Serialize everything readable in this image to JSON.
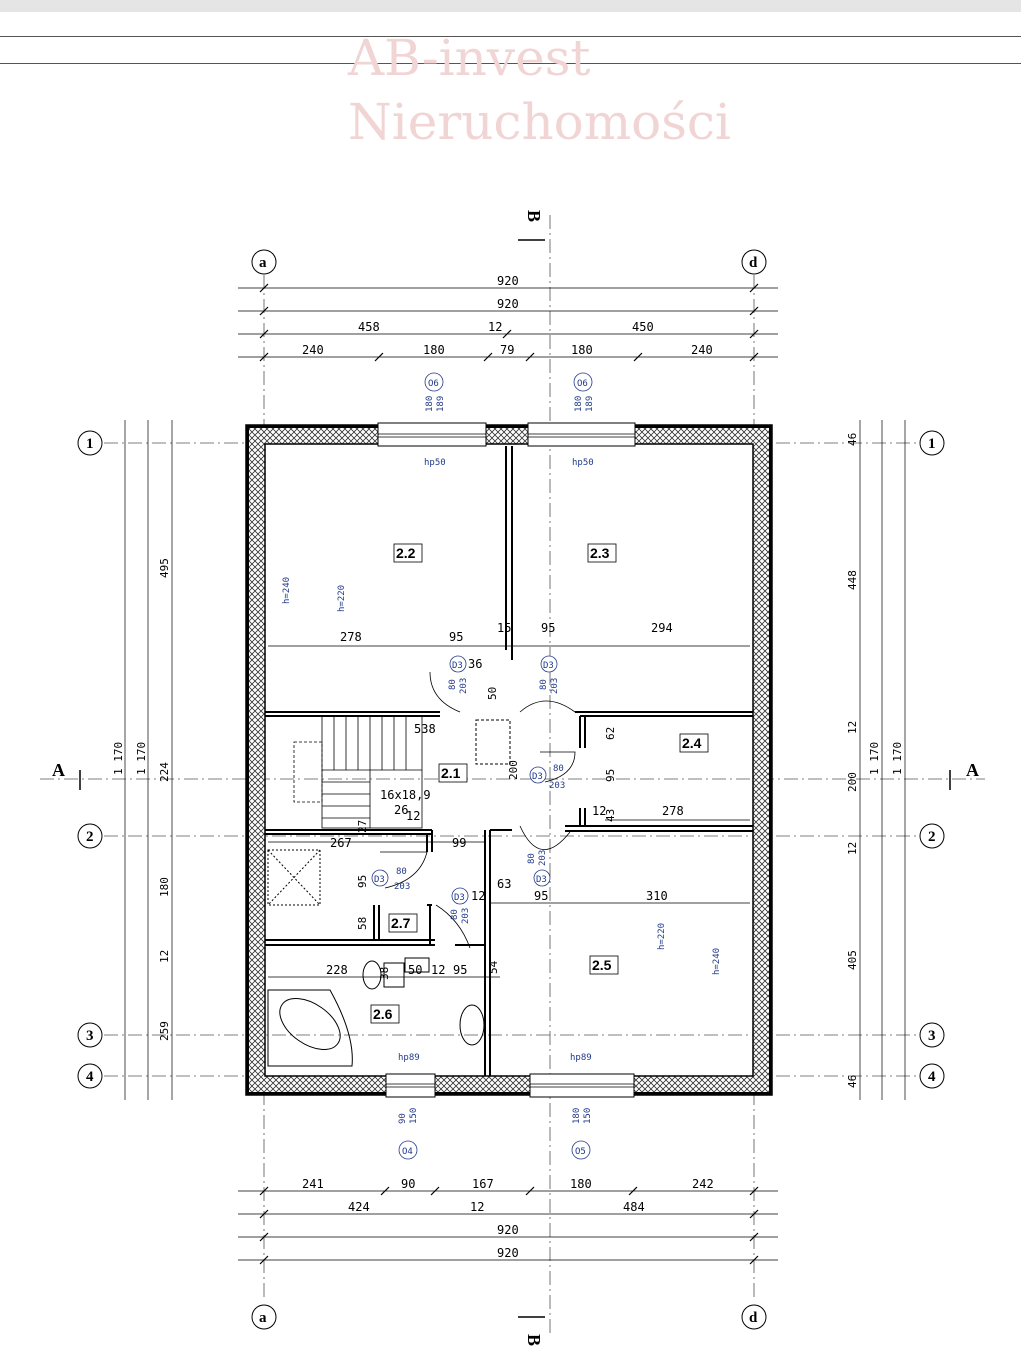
{
  "watermark": {
    "line1": "AB-invest",
    "line2": "Nieruchomości"
  },
  "section_marks": {
    "horizontal": "A",
    "vertical": "B"
  },
  "axes": {
    "a": "a",
    "d": "d",
    "n1": "1",
    "n2": "2",
    "n3": "3",
    "n4": "4"
  },
  "rooms": [
    "2.1",
    "2.2",
    "2.3",
    "2.4",
    "2.5",
    "2.6",
    "2.7"
  ],
  "windows": [
    "O6",
    "O6",
    "O4",
    "O5"
  ],
  "doors": [
    "D3",
    "D3",
    "D3",
    "D3",
    "D3",
    "D3"
  ],
  "dims": {
    "top": {
      "row1": [
        "920"
      ],
      "row2": [
        "920"
      ],
      "row3": [
        "458",
        "12",
        "450"
      ],
      "row4": [
        "240",
        "180",
        "79",
        "180",
        "240"
      ]
    },
    "bottom": {
      "row1": [
        "241",
        "90",
        "167",
        "180",
        "242"
      ],
      "row2": [
        "424",
        "12",
        "484"
      ],
      "row3": [
        "920"
      ],
      "row4": [
        "920"
      ]
    },
    "left": {
      "outer": [
        "1 170",
        "1 170"
      ],
      "segments": [
        "495",
        "224",
        "180",
        "12",
        "259"
      ]
    },
    "right": {
      "outer": [
        "1 170",
        "1 170"
      ],
      "segments": [
        "46",
        "448",
        "12",
        "200",
        "12",
        "405",
        "46"
      ]
    },
    "interior": {
      "row_upper": [
        "278",
        "95",
        "15",
        "95",
        "294"
      ],
      "stairs": [
        "538",
        "16x18,9",
        "26",
        "27"
      ],
      "hall_200": "200",
      "d36": "36",
      "d50": "50",
      "r24_62": "62",
      "r24_95": "95",
      "r24_12": "12",
      "r24_43": "43",
      "r24_278": "278",
      "mid_267": "267",
      "mid_12": "12",
      "mid_99": "99",
      "mid_95": "95",
      "mid_63": "63",
      "mid_12b": "12",
      "mid_95b": "95",
      "mid_310": "310",
      "wc_58": "58",
      "wc_38": "38",
      "bath_228": "228",
      "bath_50": "50",
      "bath_12": "12",
      "bath_95": "95",
      "bath_54": "54"
    }
  },
  "window_specs": {
    "o6": [
      "180",
      "189"
    ],
    "o4": [
      "90",
      "150"
    ],
    "o5": [
      "180",
      "150"
    ]
  },
  "door_specs": {
    "w": "80",
    "h": "203"
  },
  "sill": {
    "top": "hp50",
    "bottom": "hp89"
  },
  "heights": {
    "a": "h=240",
    "b": "h=220"
  }
}
